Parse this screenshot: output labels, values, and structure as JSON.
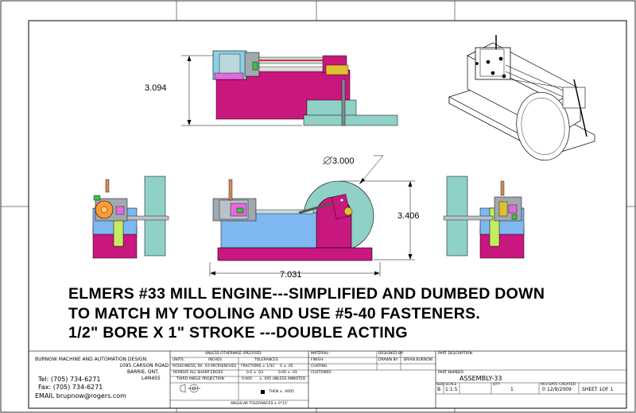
{
  "drawing": {
    "dimensions": {
      "top_height": "3.094",
      "diameter": "3.000",
      "side_height": "3.406",
      "length": "7.031"
    },
    "note_lines": [
      "ELMERS #33 MILL ENGINE---SIMPLIFIED AND DUMBED DOWN",
      "TO MATCH MY TOOLING AND USE #5-40 FASTENERS.",
      "1/2\" BORE X 1\" STROKE  ---DOUBLE ACTING"
    ]
  },
  "title_block": {
    "company": {
      "name": "BURNOW MACHINE AND AUTOMATION DESIGN.",
      "address1": "1095 CARSON ROAD",
      "address2": "BARRIE, ONT.",
      "postal": "L4M4S5",
      "tel": "Tel: (705) 734-6271",
      "fax": "Fax: (705) 734-6271",
      "email": "EMAIL brupnow@rogers.com"
    },
    "spec": {
      "header": "UNLESS OTHERWISE SPECIFIED",
      "units_label": "UNITS:",
      "units_value": "INCHES",
      "roughness_label": "ROUGHNESS, RA",
      "roughness_value": "63 MICROINCHES",
      "tolerances_header": "TOLERANCES",
      "fractions": "FRACTIONS ± 1/32",
      "tol_a": "0  ± .05",
      "tol_b": "0.0  ± .03",
      "tol_c": "0.00  ± .01",
      "tol_d": "0.000",
      "tol_e": "± .005 UNLESS ANNOTED",
      "tol_f": "THEN ± .0005",
      "sharp_edges": "REMOVE ALL SHARP EDGES",
      "projection": "THIRD ANGLE PROJECTION",
      "angular": "ANGULAR TOLERANCES  ± 0°15'"
    },
    "meta": {
      "material": "MATERIAL:",
      "finish": "FINISH:",
      "coating": "COATING:",
      "customer": "CUSTOMER:",
      "designed_by": "DESIGNED BY:",
      "drawn_by": "DRAWN BY:",
      "drawn_by_value": "BRIAN BURNOW"
    },
    "part": {
      "description_label": "PART DESCRIPTION",
      "number_label": "PART NUMBER",
      "number": "ASSEMBLY-33",
      "size_label": "SIZE",
      "size": "B",
      "scale_label": "SCALE",
      "scale": "1:1.5",
      "qty_label": "QTY",
      "qty": "1",
      "rev_label": "REV",
      "rev": "0",
      "date_label": "DATE CREATED",
      "date": "12/9/2009",
      "sheet": "SHEET 1OF 1"
    }
  }
}
